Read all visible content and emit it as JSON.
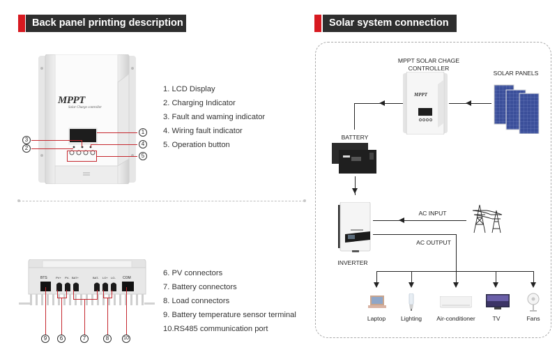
{
  "sections": {
    "back_panel": {
      "title": "Back panel printing description",
      "front_items": [
        "1.  LCD Display",
        "2.  Charging Indicator",
        "3.  Fault and waming indicator",
        "4.  Wiring fault indicator",
        "5.  Operation button"
      ],
      "bottom_items": [
        "6.  PV connectors",
        "7.  Battery connectors",
        "8.  Load connectors",
        "9.  Battery temperature sensor terminal",
        "10.RS485 communication port"
      ],
      "front_callouts": [
        "1",
        "2",
        "3",
        "4",
        "5"
      ],
      "bottom_callouts": [
        "9",
        "6",
        "7",
        "8",
        "10"
      ],
      "device_brand": "MPPT",
      "device_subtitle": "Solar Charge controller",
      "terminal_labels": [
        "BTS",
        "PV+",
        "PV-",
        "BAT+",
        "BAT-",
        "LO+",
        "LO-",
        "COM"
      ]
    },
    "solar_system": {
      "title": "Solar system connection",
      "controller_label_line1": "MPPT SOLAR CHAGE",
      "controller_label_line2": "CONTROLLER",
      "solar_panels_label": "SOLAR PANELS",
      "battery_label": "BATTERY",
      "inverter_label": "INVERTER",
      "ac_input_label": "AC INPUT",
      "ac_output_label": "AC OUTPUT",
      "loads": [
        "Laptop",
        "Lighting",
        "Air-conditioner",
        "TV",
        "Fans"
      ]
    }
  },
  "colors": {
    "accent_red": "#d71920",
    "header_dark": "#2e2e2e",
    "callout_line": "#c5262d"
  }
}
